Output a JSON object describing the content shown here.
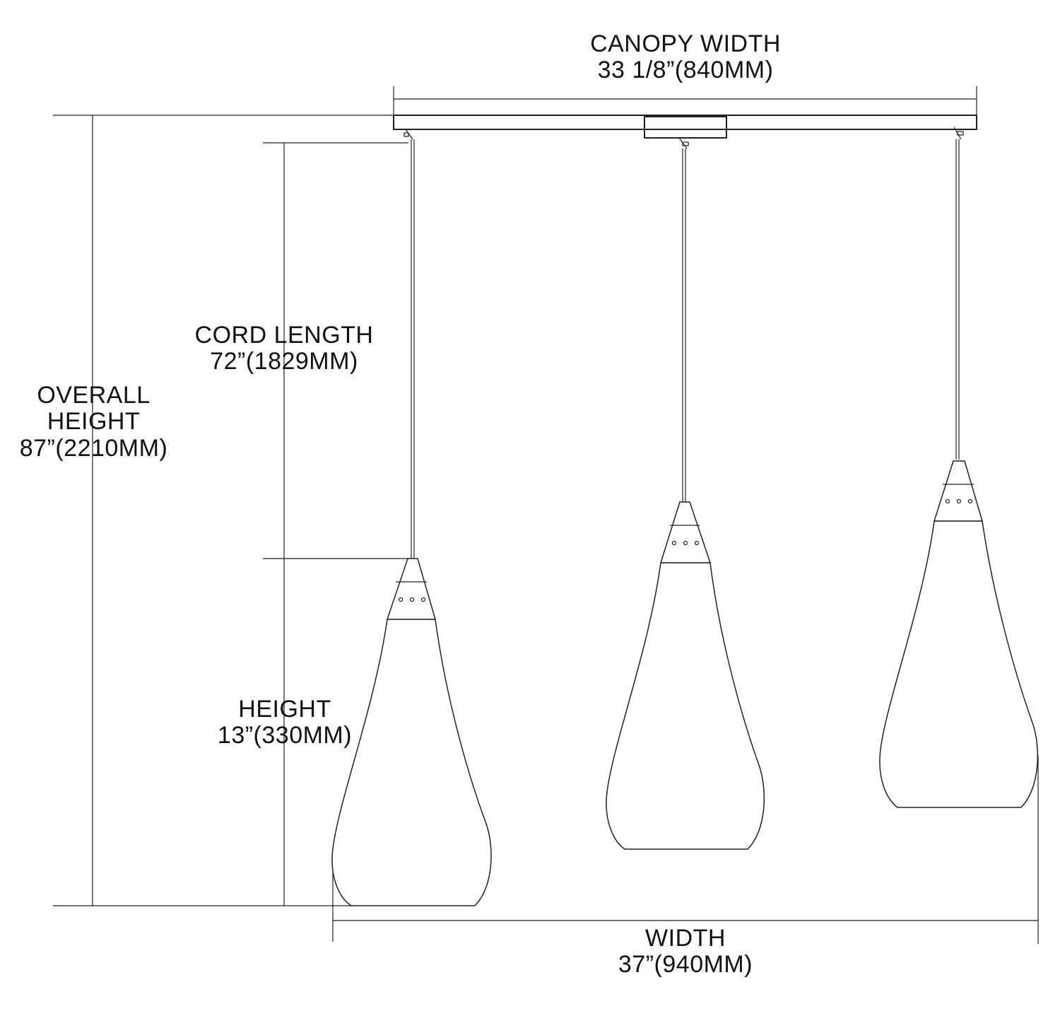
{
  "canopy_width": {
    "title": "CANOPY WIDTH",
    "value": "33 1/8”(840MM)"
  },
  "cord_length": {
    "title": "CORD LENGTH",
    "value": "72”(1829MM)"
  },
  "overall_height": {
    "line1": "OVERALL",
    "line2": "HEIGHT",
    "value": "87”(2210MM)"
  },
  "shade_height": {
    "title": "HEIGHT",
    "value": "13”(330MM)"
  },
  "width": {
    "title": "WIDTH",
    "value": "37”(940MM)"
  },
  "colors": {
    "line": "#222222",
    "text": "#111111",
    "background": "#ffffff"
  }
}
